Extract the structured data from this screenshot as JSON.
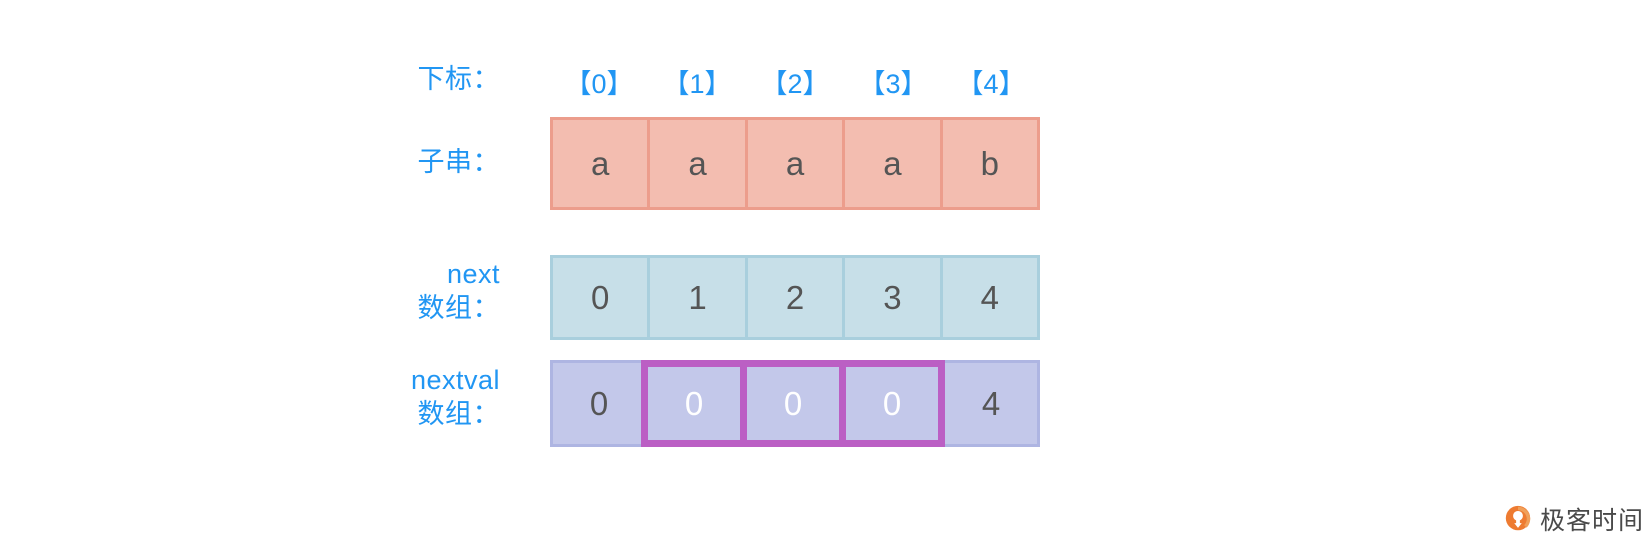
{
  "diagram": {
    "title": "KMP next / nextval array illustration",
    "colors": {
      "label_blue": "#2196F3",
      "substring_fill": "#f3bdb0",
      "substring_border": "#ec9d8c",
      "next_fill": "#c7dfe8",
      "next_border": "#a9cfdd",
      "nextval_fill": "#c3c8ea",
      "nextval_border": "#aeb5e2",
      "highlight_border": "#bb5fc4",
      "cell_text": "#555555",
      "highlight_text": "#ffffff",
      "background": "#ffffff"
    }
  },
  "index_row": {
    "label": "下标：",
    "cells": [
      "【0】",
      "【1】",
      "【2】",
      "【3】",
      "【4】"
    ]
  },
  "substring_row": {
    "label": "子串：",
    "cells": [
      "a",
      "a",
      "a",
      "a",
      "b"
    ]
  },
  "next_row": {
    "label": "next\n数组：",
    "cells": [
      "0",
      "1",
      "2",
      "3",
      "4"
    ]
  },
  "nextval_row": {
    "label": "nextval\n数组：",
    "cells": [
      "0",
      "0",
      "0",
      "0",
      "4"
    ],
    "highlighted_indices": [
      1,
      2,
      3
    ]
  },
  "watermark": {
    "text": "极客时间",
    "logo_color": "#ee7b31"
  }
}
